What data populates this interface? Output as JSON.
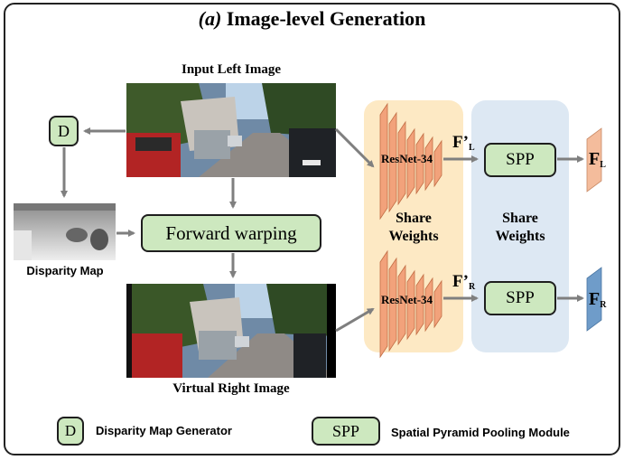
{
  "title_italic": "(a)",
  "title_text": " Image-level Generation",
  "images": {
    "left_label": "Input Left Image",
    "right_label": "Virtual Right Image",
    "disparity_label": "Disparity Map"
  },
  "blocks": {
    "d": "D",
    "forward_warping": "Forward warping",
    "resnet_top": "ResNet-34",
    "resnet_bottom": "ResNet-34",
    "share_weights_1": [
      "Share",
      "Weights"
    ],
    "share_weights_2": [
      "Share",
      "Weights"
    ],
    "spp_top": "SPP",
    "spp_bottom": "SPP"
  },
  "features": {
    "f_prime_l_main": "F’",
    "f_prime_l_sub": "L",
    "f_prime_r_main": "F’",
    "f_prime_r_sub": "R",
    "f_l_main": "F",
    "f_l_sub": "L",
    "f_r_main": "F",
    "f_r_sub": "R"
  },
  "legend": {
    "d_symbol": "D",
    "d_text": "Disparity Map Generator",
    "spp_symbol": "SPP",
    "spp_text": "Spatial Pyramid Pooling Module"
  },
  "colors": {
    "green_box": "#cde8bf",
    "share_panel": "#fde9c4",
    "spp_panel": "#dde8f3",
    "resnet": "#f2a27b",
    "feature_l": "#f4bc9c",
    "feature_r": "#6f9cc9",
    "arrow": "#7f7f7f"
  }
}
